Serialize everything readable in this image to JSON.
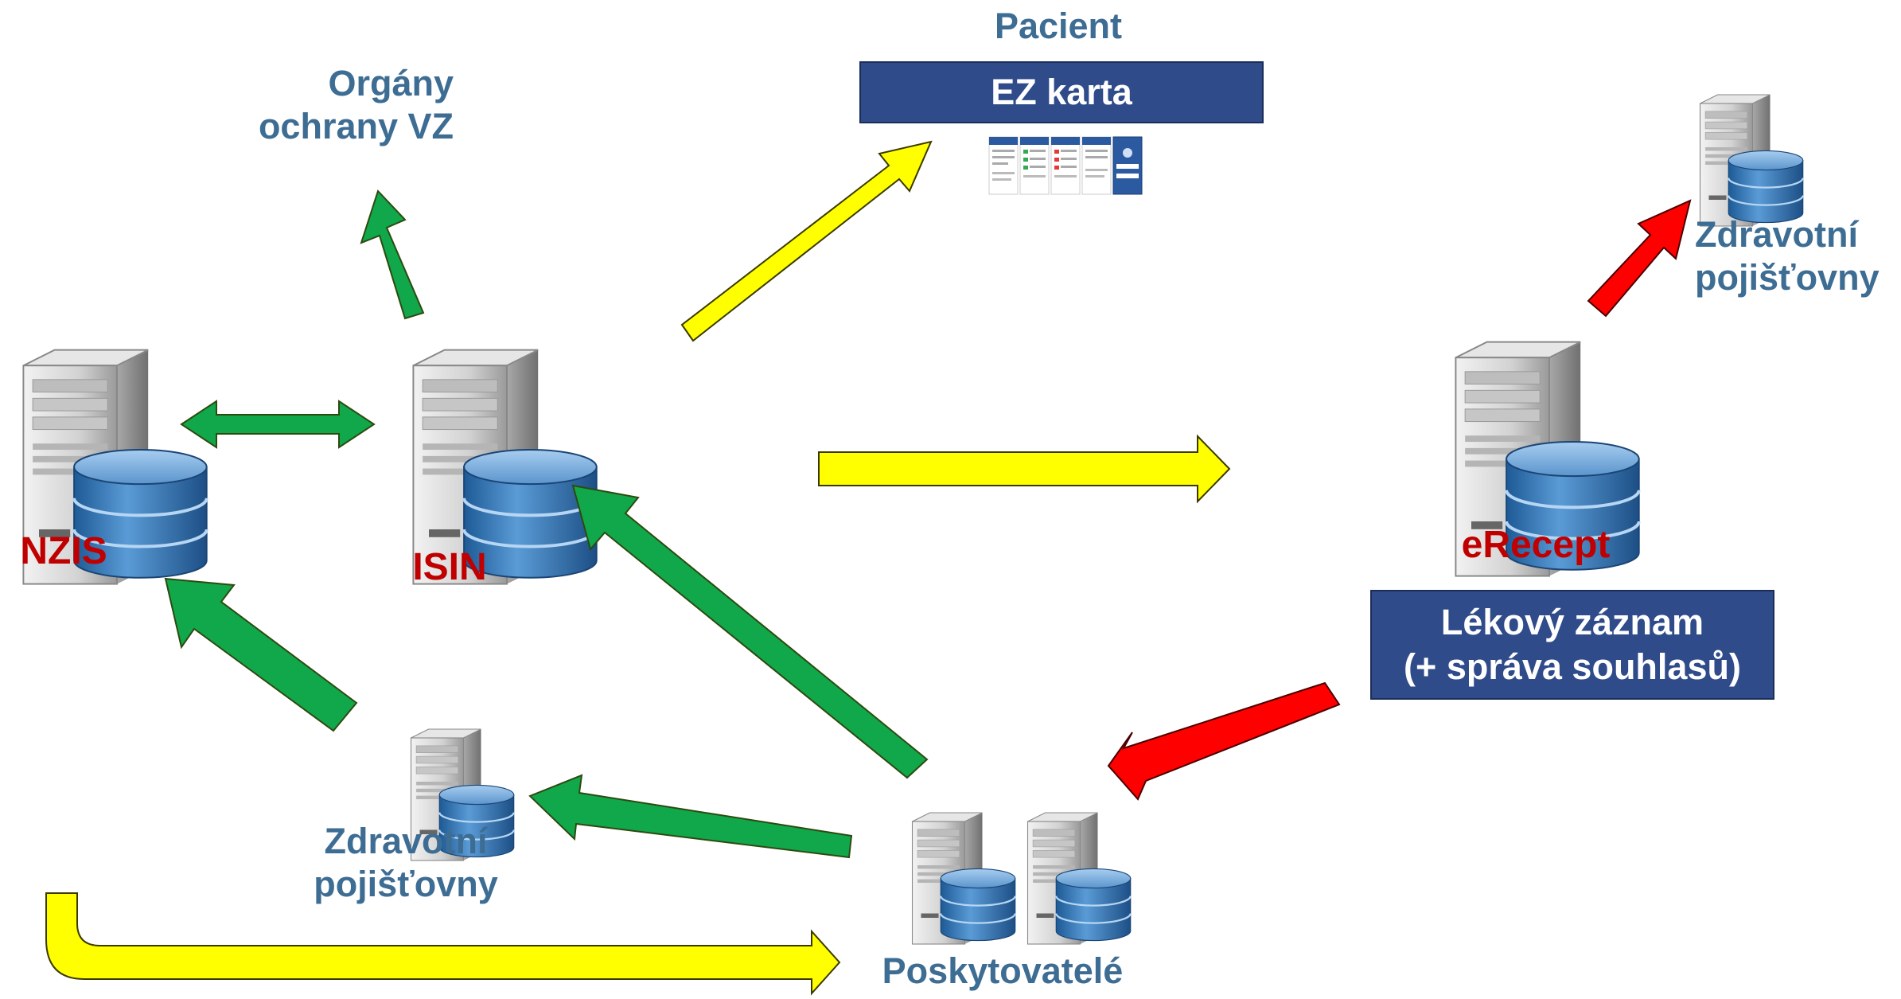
{
  "colors": {
    "green_arrow": "#10a84a",
    "yellow_arrow": "#ffff00",
    "red_arrow": "#ff0000",
    "label_blue": "#3e6d94",
    "label_red": "#c00000",
    "box_fill": "#2f4b8a"
  },
  "nodes": {
    "nzis": "NZIS",
    "isin": "ISIN",
    "erecept": "eRecept",
    "organy_line1": "Orgány",
    "organy_line2": "ochrany VZ",
    "pacient": "Pacient",
    "ez_karta": "EZ karta",
    "zp_right_line1": "Zdravotní",
    "zp_right_line2": "pojišťovny",
    "zp_left_line1": "Zdravotní",
    "zp_left_line2": "pojišťovny",
    "poskytovatele": "Poskytovatelé",
    "lekovy_line1": "Lékový záznam",
    "lekovy_line2": "(+ správa souhlasů)"
  },
  "icons": {
    "server": "server-database-icon",
    "app": "app-screenshots-icon"
  }
}
